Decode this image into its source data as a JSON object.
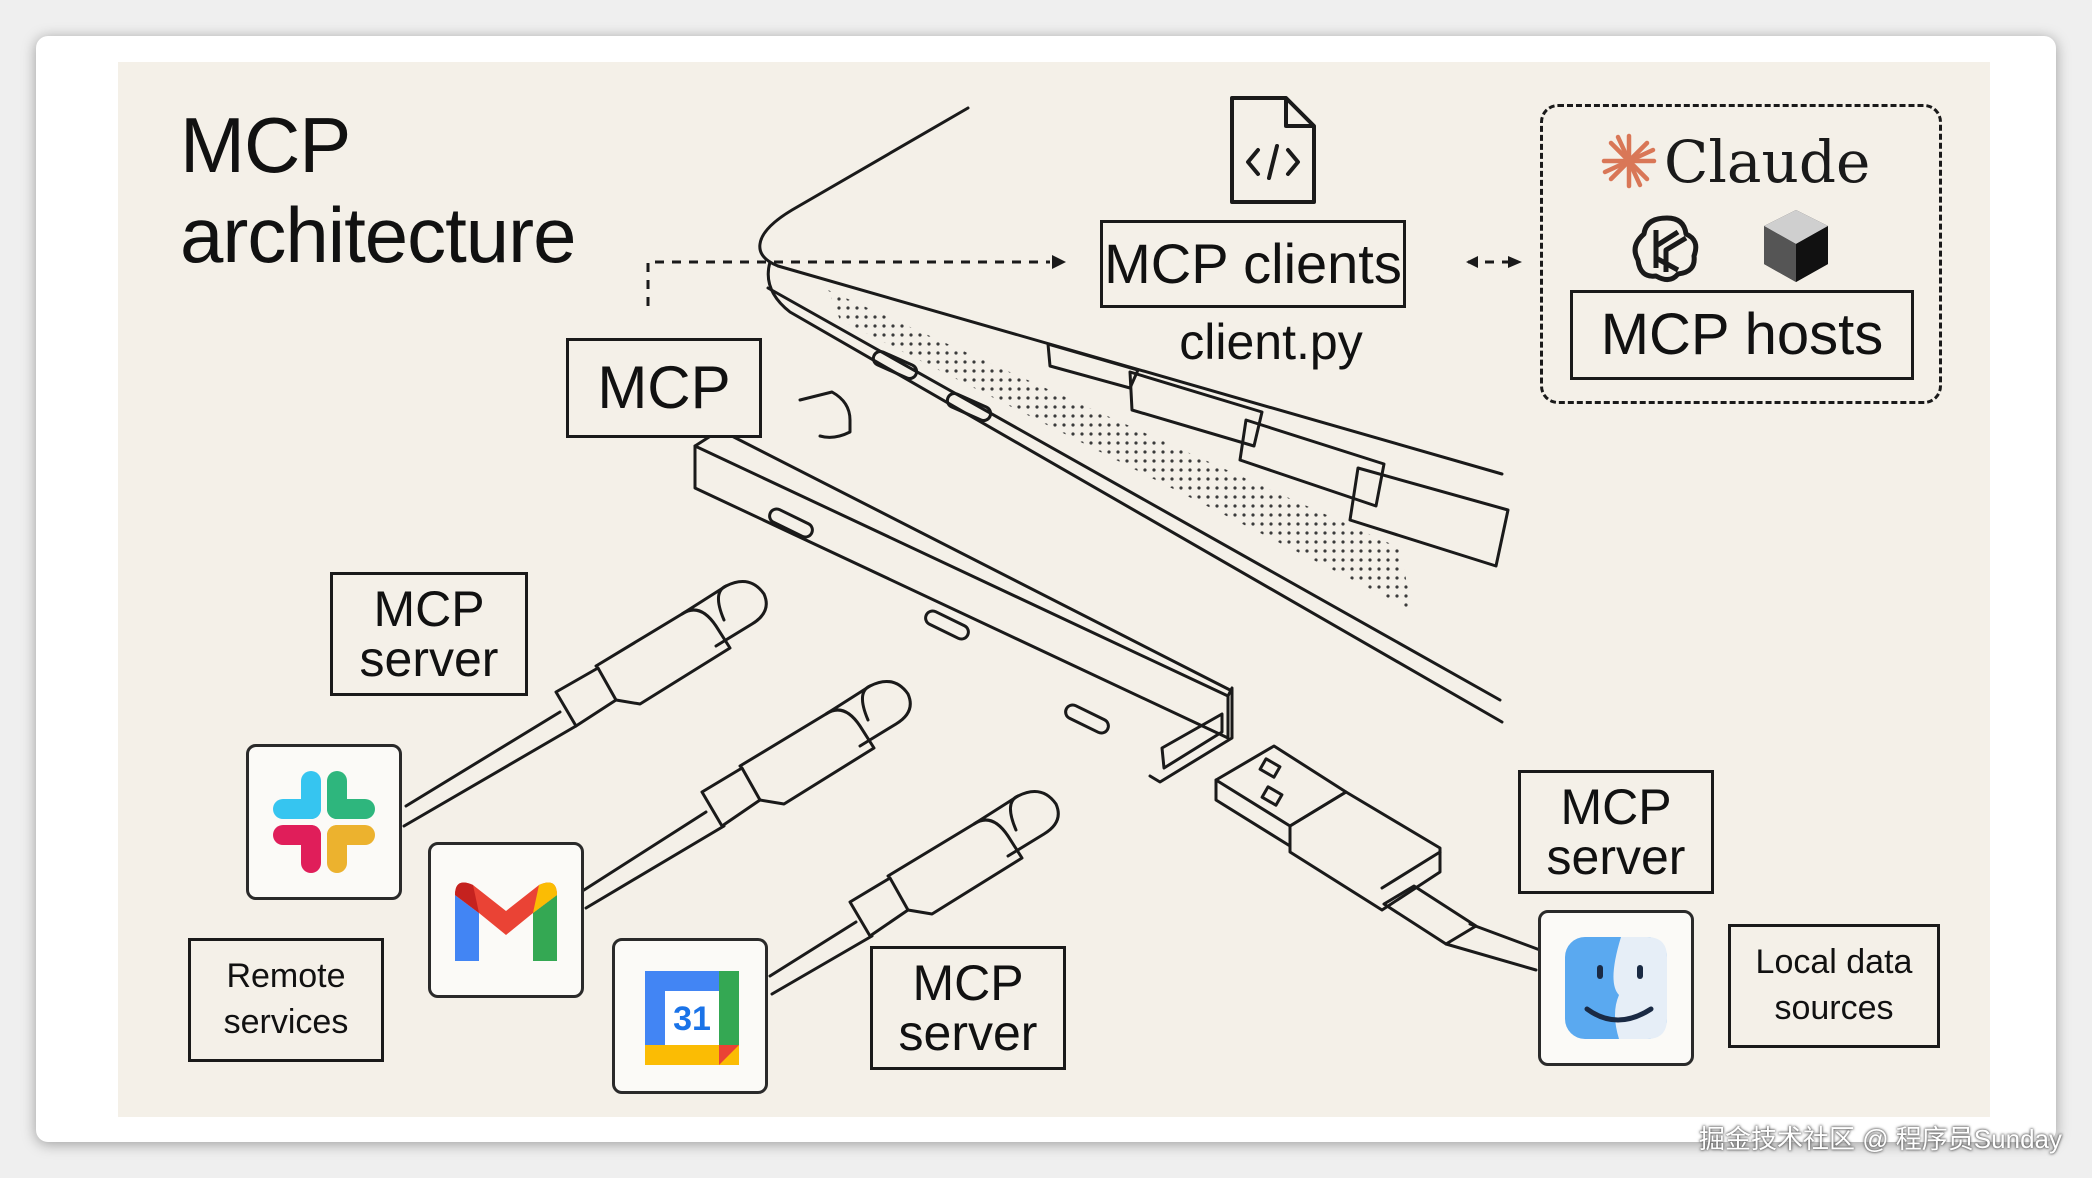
{
  "title": {
    "line1": "MCP",
    "line2": "architecture"
  },
  "clients_box": {
    "label": "MCP clients",
    "file": "client.py"
  },
  "hosts_box": {
    "label": "MCP hosts",
    "claude_name": "Claude"
  },
  "hub_label": "MCP",
  "server_labels": [
    {
      "line1": "MCP",
      "line2": "server"
    },
    {
      "line1": "MCP",
      "line2": "server"
    },
    {
      "line1": "MCP",
      "line2": "server"
    }
  ],
  "remote_label": {
    "line1": "Remote",
    "line2": "services"
  },
  "local_label": {
    "line1": "Local data",
    "line2": "sources"
  },
  "calendar_day": "31",
  "icons": [
    "code-file-icon",
    "claude-spark-icon",
    "openai-icon",
    "cube-icon",
    "slack-icon",
    "gmail-icon",
    "google-calendar-icon",
    "finder-icon"
  ],
  "watermark": "掘金技术社区 @ 程序员Sunday",
  "colors": {
    "background": "#f4f0e8",
    "line": "#1a1a1a",
    "claude_accent": "#d97757"
  }
}
